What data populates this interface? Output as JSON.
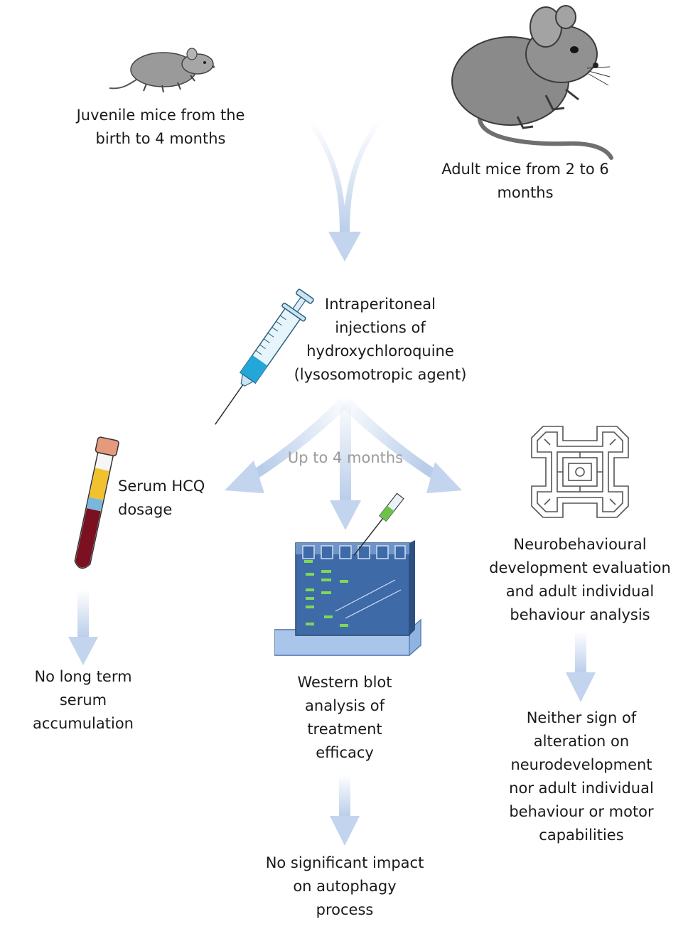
{
  "nodes": {
    "juvenile": "Juvenile mice from the\nbirth to 4 months",
    "adult": "Adult mice from 2 to 6\nmonths",
    "injection": "Intraperitoneal\ninjections of\nhydroxychloroquine\n(lysosomotropic agent)",
    "duration": "Up to 4 months",
    "serum": "Serum HCQ\ndosage",
    "western": "Western blot\nanalysis of\ntreatment\nefficacy",
    "neuro": "Neurobehavioural\ndevelopment evaluation\nand adult individual\nbehaviour analysis",
    "serum_result": "No long term\nserum\naccumulation",
    "western_result": "No significant impact\non autophagy\nprocess",
    "neuro_result": "Neither sign of\nalteration on\nneurodevelopment\nnor adult individual\nbehaviour or motor\ncapabilities"
  },
  "icons": [
    "juvenile-mouse-icon",
    "adult-mouse-icon",
    "syringe-icon",
    "blood-tube-icon",
    "western-blot-gel-icon",
    "maze-icon"
  ],
  "colors": {
    "arrow": "#b9cdea",
    "text": "#1a1a1a",
    "muted_text": "#9a9a9a",
    "mouse": "#8e8e8e",
    "tube_blood": "#7a1020",
    "tube_serum": "#f2c12e",
    "gel": "#3f6aa8",
    "band": "#7ed957"
  }
}
